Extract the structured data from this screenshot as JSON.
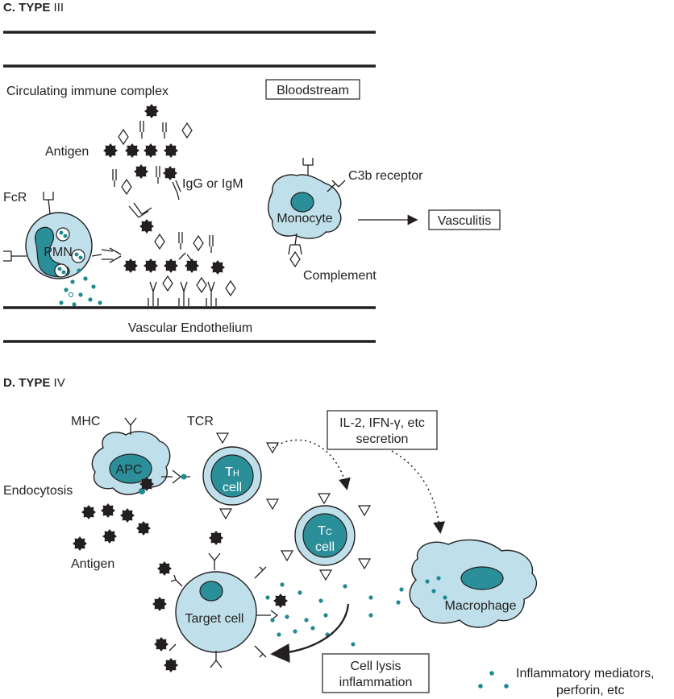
{
  "type3": {
    "heading_bold": "C.  TYPE",
    "heading_num": "III",
    "circulating": "Circulating immune complex",
    "bloodstream": "Bloodstream",
    "antigen": "Antigen",
    "igg": "IgG or IgM",
    "fcr": "FcR",
    "pmn": "PMN",
    "c3b": "C3b receptor",
    "monocyte": "Monocyte",
    "vasculitis": "Vasculitis",
    "complement": "Complement",
    "endothelium": "Vascular Endothelium"
  },
  "type4": {
    "heading_bold": "D.  TYPE",
    "heading_num": "IV",
    "mhc": "MHC",
    "tcr": "TCR",
    "il2_line1": "IL-2, IFN-γ, etc",
    "il2_line2": "secretion",
    "apc": "APC",
    "th_main": "T",
    "th_sub": "H",
    "th_cell": "cell",
    "endocytosis": "Endocytosis",
    "tc_main": "T",
    "tc_sub": "C",
    "tc_cell": "cell",
    "antigen": "Antigen",
    "macrophage": "Macrophage",
    "target": "Target cell",
    "lysis_line1": "Cell lysis",
    "lysis_line2": "inflammation",
    "mediators_line1": "Inflammatory mediators,",
    "mediators_line2": "perforin, etc"
  },
  "colors": {
    "cell_fill": "#bfe0ea",
    "nucleus": "#2a8f98",
    "mediator_dot": "#1f8a93",
    "ink": "#231f20"
  },
  "icons": [
    "spiky-antigen-icon",
    "y-antibody-icon",
    "diamond-antigen-icon",
    "triangle-tcr-icon"
  ]
}
